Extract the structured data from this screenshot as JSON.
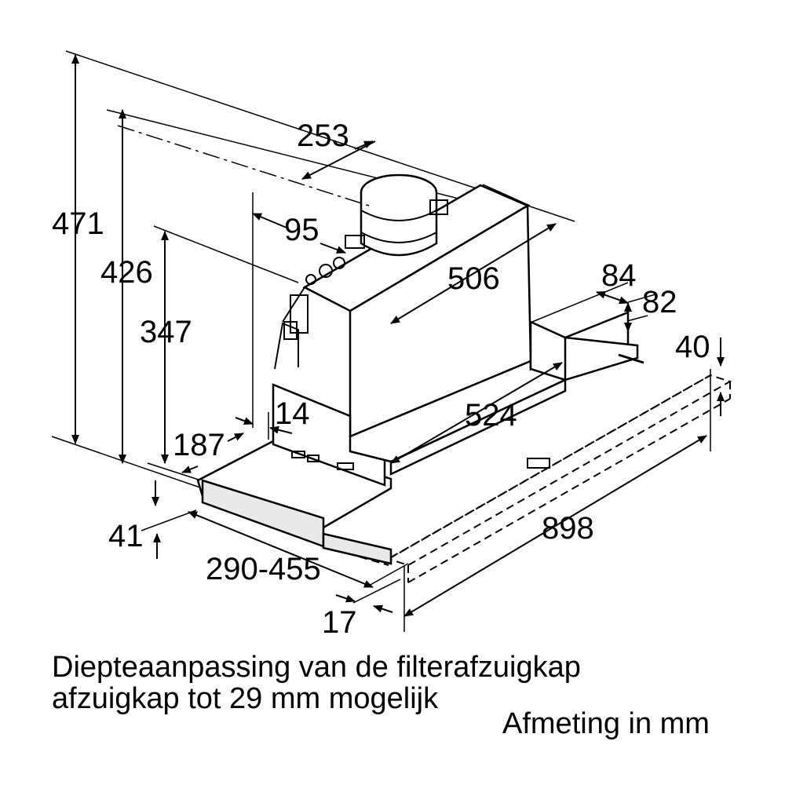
{
  "dimensions": {
    "overall_height": "471",
    "height_426": "426",
    "height_347": "347",
    "duct_width": "253",
    "duct_offset": "95",
    "body_depth": "506",
    "side_84": "84",
    "side_82": "82",
    "thickness_40": "40",
    "offset_14": "14",
    "body_width": "524",
    "front_187": "187",
    "panel_41": "41",
    "extension_range": "290-455",
    "front_17": "17",
    "overall_width": "898"
  },
  "caption": {
    "line1": "Diepteaanpassing van de filterafzuigkap",
    "line2": "afzuigkap tot 29 mm mogelijk",
    "unit_note": "Afmeting in mm"
  }
}
